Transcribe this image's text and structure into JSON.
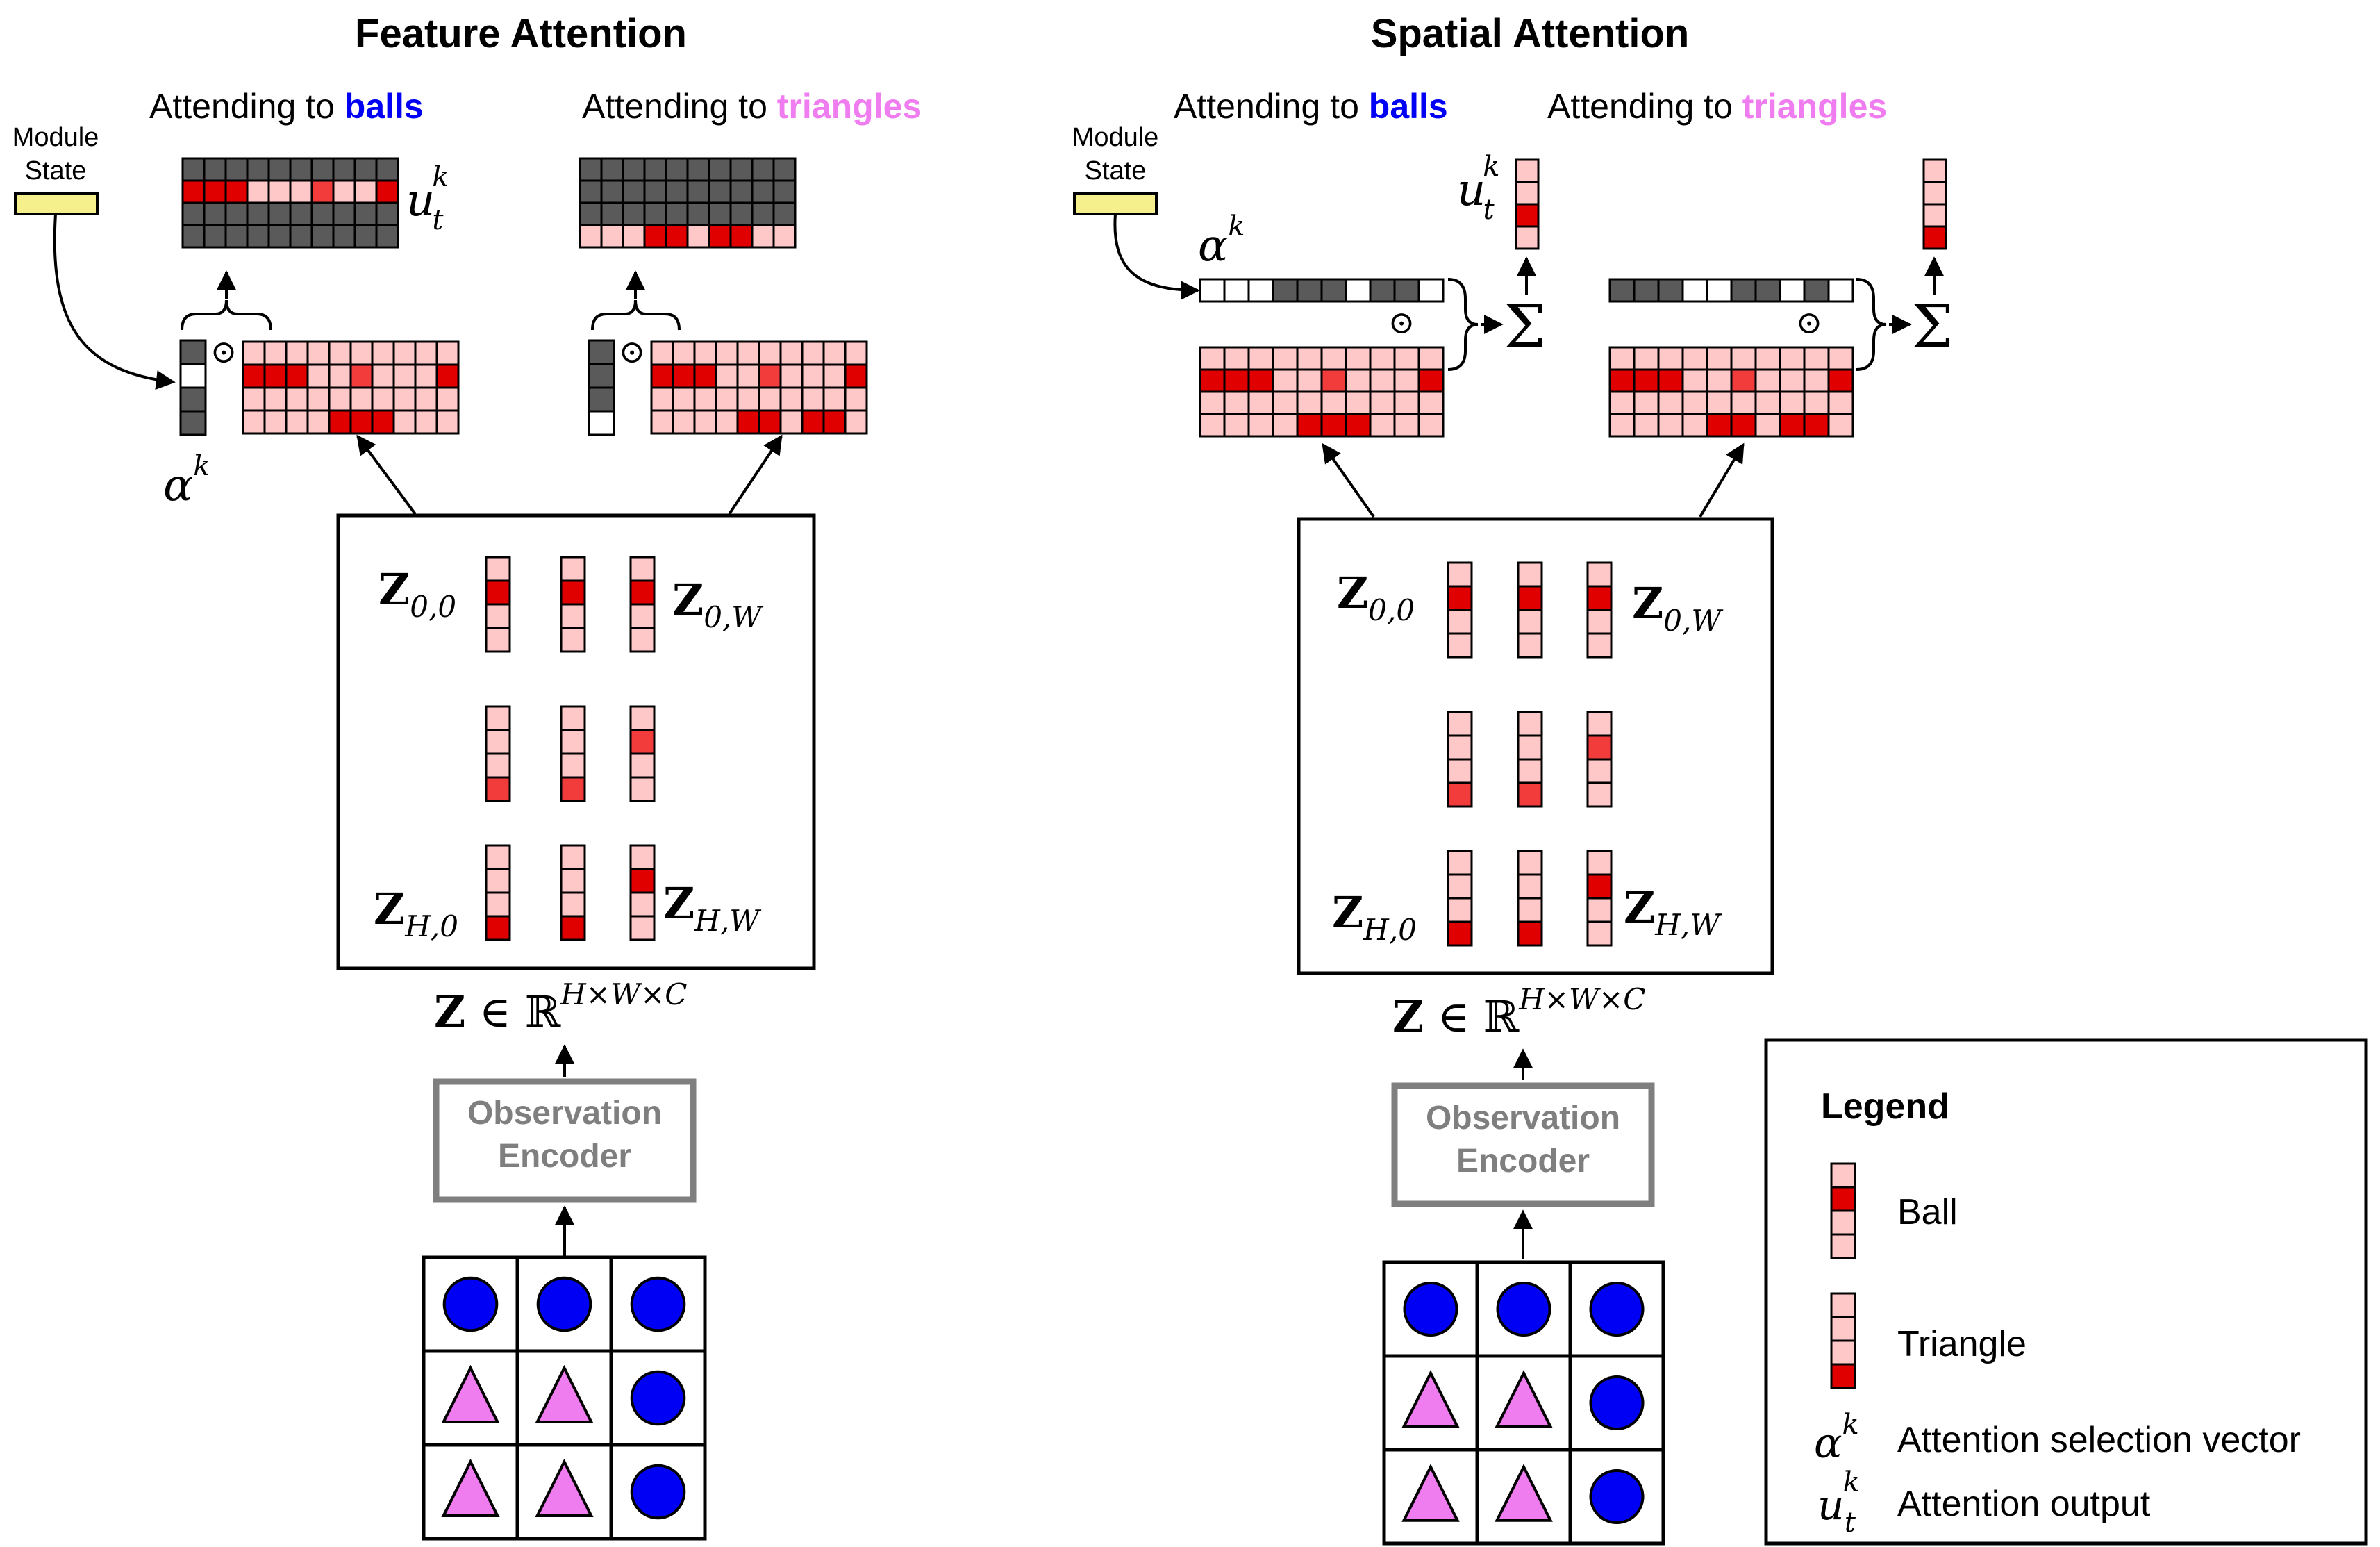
{
  "panels": {
    "feature": {
      "title": "Feature Attention"
    },
    "spatial": {
      "title": "Spatial Attention"
    }
  },
  "labels": {
    "attending_to": "Attending to",
    "balls": "balls",
    "triangles": "triangles",
    "module_state": [
      "Module",
      "State"
    ],
    "encoder": [
      "Observation",
      "Encoder"
    ],
    "alpha_base": "α",
    "k": "k",
    "u_base": "u",
    "u_sub": "t",
    "Z": "Z",
    "Z_space": "∈ ℝ",
    "Z_dims": "H×W×C",
    "z00_sub": "0,0",
    "z0W_sub": "0,W",
    "zH0_sub": "H,0",
    "zHW_sub": "H,W",
    "odot": "⊙",
    "sigma": "Σ"
  },
  "legend": {
    "title": "Legend",
    "ball": "Ball",
    "triangle": "Triangle",
    "alpha": "Attention selection vector",
    "u": "Attention output"
  },
  "colors": {
    "ball_blue": "#0000f5",
    "triangle_pink": "#f07df0",
    "cell_pink": "#ffc8c8",
    "cell_red": "#e00000",
    "cell_mid": "#f23c3c",
    "cell_gray": "#5a5a5a",
    "state_yellow": "#f5f08c",
    "encoder_gray": "#7f7f7f"
  },
  "observation_grid": [
    [
      "ball",
      "ball",
      "ball"
    ],
    [
      "triangle",
      "triangle",
      "ball"
    ],
    [
      "triangle",
      "triangle",
      "ball"
    ]
  ]
}
